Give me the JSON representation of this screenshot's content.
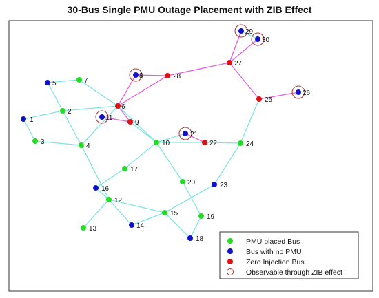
{
  "title": "30-Bus Single PMU Outage Placement with ZIB Effect",
  "colors": {
    "pmu": "#22dd22",
    "no_pmu": "#1111cc",
    "zib": "#dd1111",
    "zib_ring": "#aa3333",
    "line_normal": "#7de3e3",
    "line_zib": "#e060e0"
  },
  "legend": [
    {
      "label": "PMU placed Bus",
      "kind": "pmu"
    },
    {
      "label": "Bus with no PMU",
      "kind": "no_pmu"
    },
    {
      "label": "Zero Injection Bus",
      "kind": "zib"
    },
    {
      "label": "Observable through ZIB effect",
      "kind": "ring"
    }
  ],
  "buses": [
    {
      "id": "1",
      "type": "no_pmu"
    },
    {
      "id": "2",
      "type": "pmu"
    },
    {
      "id": "3",
      "type": "pmu"
    },
    {
      "id": "4",
      "type": "pmu"
    },
    {
      "id": "5",
      "type": "no_pmu"
    },
    {
      "id": "6",
      "type": "zib"
    },
    {
      "id": "7",
      "type": "pmu"
    },
    {
      "id": "8",
      "type": "no_pmu",
      "ring": true
    },
    {
      "id": "9",
      "type": "zib"
    },
    {
      "id": "10",
      "type": "pmu"
    },
    {
      "id": "11",
      "type": "no_pmu",
      "ring": true
    },
    {
      "id": "12",
      "type": "pmu"
    },
    {
      "id": "13",
      "type": "pmu"
    },
    {
      "id": "14",
      "type": "no_pmu"
    },
    {
      "id": "15",
      "type": "pmu"
    },
    {
      "id": "16",
      "type": "no_pmu"
    },
    {
      "id": "17",
      "type": "pmu"
    },
    {
      "id": "18",
      "type": "no_pmu"
    },
    {
      "id": "19",
      "type": "pmu"
    },
    {
      "id": "20",
      "type": "pmu"
    },
    {
      "id": "21",
      "type": "no_pmu",
      "ring": true
    },
    {
      "id": "22",
      "type": "zib"
    },
    {
      "id": "23",
      "type": "no_pmu"
    },
    {
      "id": "24",
      "type": "pmu"
    },
    {
      "id": "25",
      "type": "zib"
    },
    {
      "id": "26",
      "type": "no_pmu",
      "ring": true
    },
    {
      "id": "27",
      "type": "zib"
    },
    {
      "id": "28",
      "type": "zib"
    },
    {
      "id": "29",
      "type": "no_pmu",
      "ring": true
    },
    {
      "id": "30",
      "type": "no_pmu",
      "ring": true
    }
  ],
  "lines": [
    [
      "1",
      "2"
    ],
    [
      "1",
      "3"
    ],
    [
      "2",
      "4"
    ],
    [
      "3",
      "4"
    ],
    [
      "2",
      "5"
    ],
    [
      "2",
      "6"
    ],
    [
      "4",
      "6"
    ],
    [
      "5",
      "7"
    ],
    [
      "6",
      "7"
    ],
    [
      "6",
      "8"
    ],
    [
      "6",
      "9"
    ],
    [
      "6",
      "10"
    ],
    [
      "9",
      "11"
    ],
    [
      "9",
      "10"
    ],
    [
      "4",
      "12"
    ],
    [
      "12",
      "13"
    ],
    [
      "12",
      "14"
    ],
    [
      "12",
      "15"
    ],
    [
      "12",
      "16"
    ],
    [
      "14",
      "15"
    ],
    [
      "16",
      "17"
    ],
    [
      "15",
      "18"
    ],
    [
      "18",
      "19"
    ],
    [
      "19",
      "20"
    ],
    [
      "10",
      "20"
    ],
    [
      "10",
      "17"
    ],
    [
      "10",
      "21"
    ],
    [
      "10",
      "22"
    ],
    [
      "21",
      "22"
    ],
    [
      "15",
      "23"
    ],
    [
      "22",
      "24"
    ],
    [
      "23",
      "24"
    ],
    [
      "24",
      "25"
    ],
    [
      "25",
      "26"
    ],
    [
      "25",
      "27"
    ],
    [
      "28",
      "27"
    ],
    [
      "27",
      "29"
    ],
    [
      "27",
      "30"
    ],
    [
      "29",
      "30"
    ],
    [
      "8",
      "28"
    ],
    [
      "6",
      "28"
    ]
  ]
}
